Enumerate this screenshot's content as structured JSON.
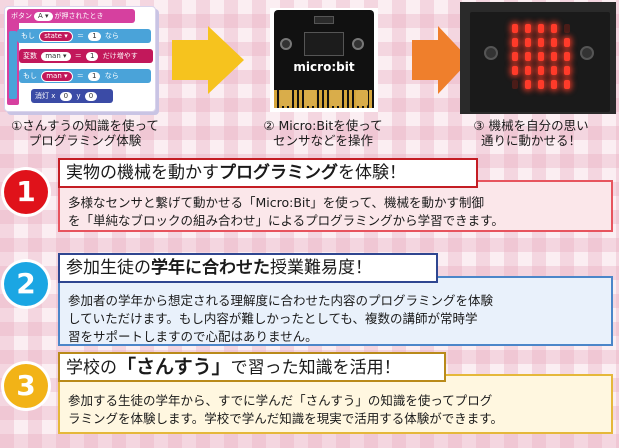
{
  "steps": [
    {
      "label_line1": "①さんすうの知識を使って",
      "label_line2": "プログラミング体験"
    },
    {
      "label_line1": "② Micro:Bitを使って",
      "label_line2": "センサなどを操作"
    },
    {
      "label_line1": "③ 機械を自分の思い",
      "label_line2": "通りに動かせる！"
    }
  ],
  "blocks": {
    "event_label": "ボタン",
    "event_button": "A ▾",
    "event_suffix": "が押されたとき",
    "if_label": "もし",
    "state_var": "state ▾",
    "equals": "＝",
    "one": "1",
    "then_label": "なら",
    "var_label": "変数",
    "man_var": "man ▾",
    "change_suffix": "だけ増やす",
    "if2_label": "もし",
    "man_var2": "man ▾",
    "then2_label": "なら",
    "clear_label": "消灯 x",
    "zero_x": "0",
    "y_label": "y",
    "zero_y": "0"
  },
  "microbit": {
    "logo": "micro:bit"
  },
  "sections": [
    {
      "number": "1",
      "head_prefix": "実物の機械を動かす",
      "head_bold": "プログラミング",
      "head_suffix": "を体験！",
      "body_line1": "多様なセンサと繋げて動かせる「Micro:Bit」を使って、機械を動かす制御",
      "body_line2": "を「単純なブロックの組み合わせ」によるプログラミングから学習できます。"
    },
    {
      "number": "2",
      "head_prefix": "参加生徒の",
      "head_bold": "学年に合わせた",
      "head_suffix": "授業難易度！",
      "body_line1": "参加者の学年から想定される理解度に合わせた内容のプログラミングを体験",
      "body_line2": "していただけます。もし内容が難しかったとしても、複数の講師が常時学",
      "body_line3": "習をサポートしますので心配はありません。"
    },
    {
      "number": "3",
      "head_prefix": "学校の",
      "head_bold": "「さんすう」",
      "head_suffix": "で習った知識を活用！",
      "body_line1": "参加する生徒の学年から、すでに学んだ「さんすう」の知識を使ってプログ",
      "body_line2": "ラミングを体験します。学校で学んだ知識を現実で活用する体験ができます。"
    }
  ],
  "colors": {
    "num1": "#e0121a",
    "num2": "#1ba6e3",
    "num3": "#f2b317",
    "arrow1": "#f6c31e",
    "arrow2": "#ef7f2c"
  }
}
